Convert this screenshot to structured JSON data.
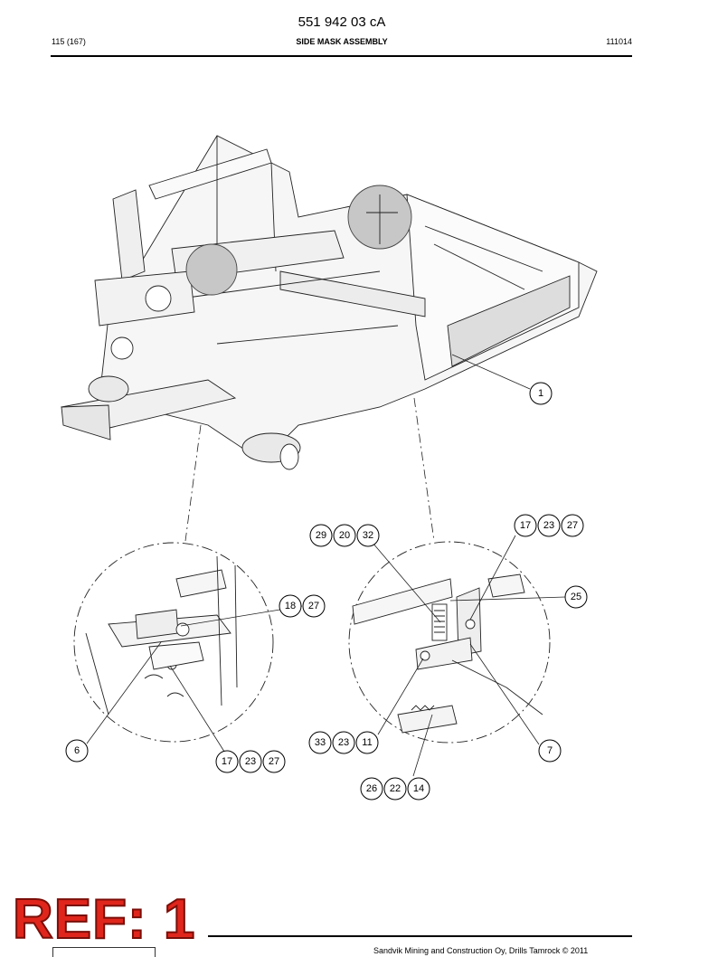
{
  "header": {
    "doc_number": "551 942 03 cA",
    "page": "115 (167)",
    "title": "SIDE MASK ASSEMBLY",
    "date_code": "111014"
  },
  "callouts": {
    "c1": "1",
    "c6": "6",
    "c7": "7",
    "c25": "25",
    "group_18_27": [
      "18",
      "27"
    ],
    "group_17_23_27_left": [
      "17",
      "23",
      "27"
    ],
    "group_29_20_32": [
      "29",
      "20",
      "32"
    ],
    "group_17_23_27_right": [
      "17",
      "23",
      "27"
    ],
    "group_33_23_11": [
      "33",
      "23",
      "11"
    ],
    "group_26_22_14": [
      "26",
      "22",
      "14"
    ]
  },
  "stamp": {
    "text": "REF: 1",
    "color": "#e0261c"
  },
  "footer": {
    "text": "Sandvik Mining and Construction Oy, Drills Tamrock © 2011"
  }
}
